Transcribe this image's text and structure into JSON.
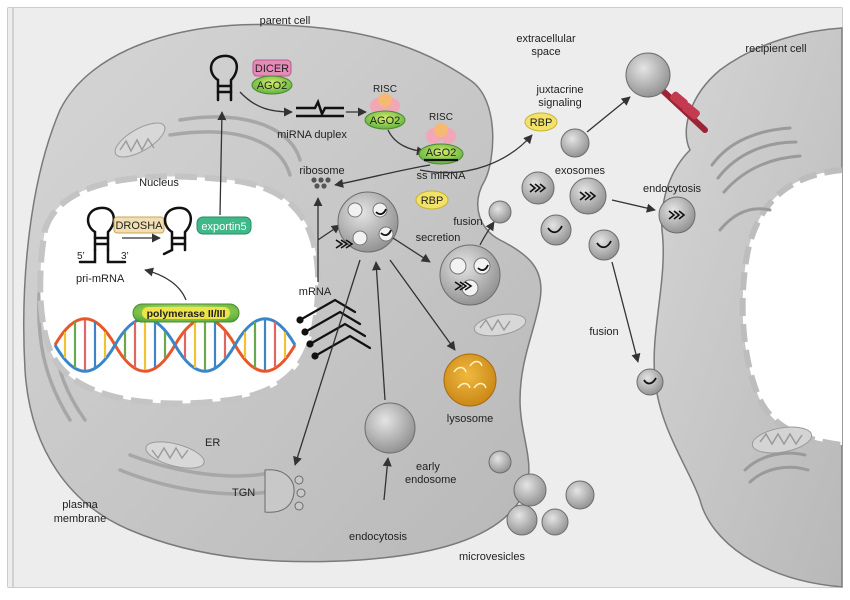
{
  "labels": {
    "parent_cell": "parent cell",
    "extracellular_line1": "extracellular",
    "extracellular_line2": "space",
    "recipient_cell": "recipient cell",
    "juxtacrine_line1": "juxtacrine",
    "juxtacrine_line2": "signaling",
    "dicer": "DICER",
    "ago2_top": "AGO2",
    "mirna_duplex": "miRNA duplex",
    "risc_1": "RISC",
    "ago2_risc1": "AGO2",
    "risc_2": "RISC",
    "ago2_risc2": "AGO2",
    "ss_mirna": "ss miRNA",
    "rbp_top": "RBP",
    "rbp_mid": "RBP",
    "exosomes": "exosomes",
    "endocytosis_right": "endocytosis",
    "nucleus": "Nucleus",
    "ribosome": "ribosome",
    "drosha": "DROSHA",
    "exportin5": "exportin5",
    "five_prime": "5’",
    "three_prime": "3’",
    "pri_mrna": "pri-mRNA",
    "fusion_top": "fusion",
    "secretion": "secretion",
    "mrna": "mRNA",
    "polymerase": "polymerase II/III",
    "fusion_right": "fusion",
    "lysosome": "lysosome",
    "er": "ER",
    "tgn": "TGN",
    "early_line1": "early",
    "early_line2": "endosome",
    "plasma_line1": "plasma",
    "plasma_line2": "membrane",
    "endocytosis_bottom": "endocytosis",
    "microvesicles": "microvesicles"
  },
  "colors": {
    "cell_fill": "#c8c8c8",
    "nucleus_fill": "#ffffff",
    "ago2_green": "#7cc242",
    "dicer_pink": "#e58bb8",
    "risc_pink": "#f2a7b8",
    "rbp_yellow": "#f3e26a",
    "exportin_green": "#3fb98a",
    "polymerase_yellow": "#e8e02e",
    "lysosome_orange": "#e3a221",
    "receptor_red": "#9b2335",
    "vesicle_gray": "#a8a8a8"
  }
}
